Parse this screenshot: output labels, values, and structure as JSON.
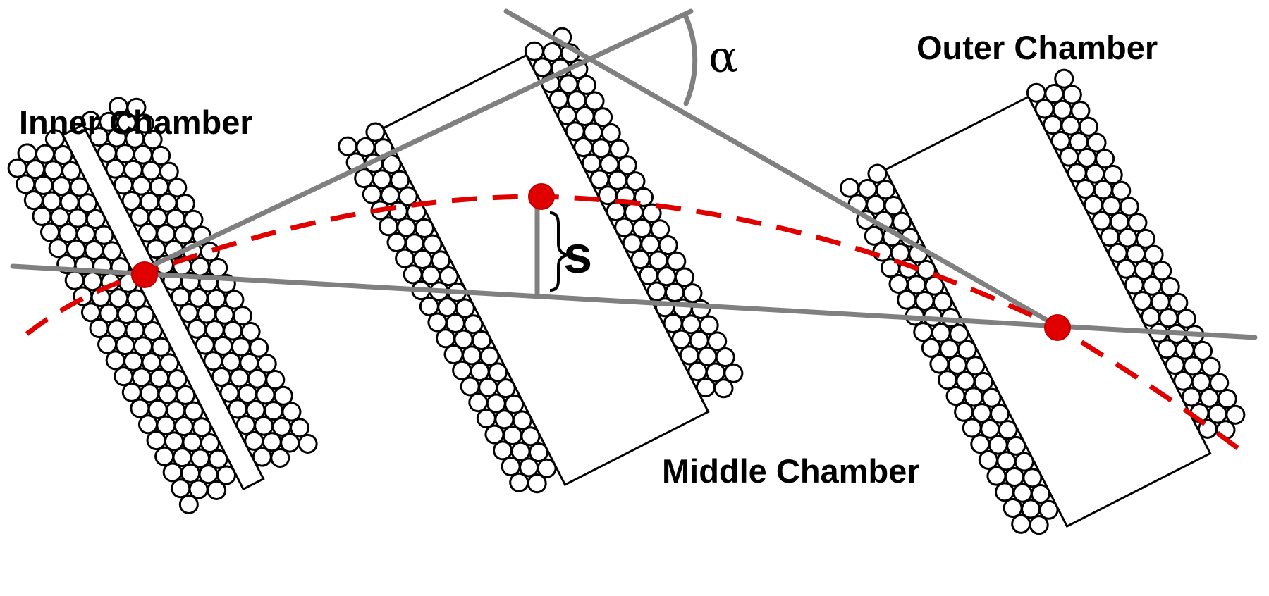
{
  "labels": {
    "inner_chamber": "Inner Chamber",
    "middle_chamber": "Middle Chamber",
    "outer_chamber": "Outer Chamber",
    "alpha": "α",
    "sagitta": "s"
  },
  "colors": {
    "tube_stroke": "#000000",
    "reference_line": "#808080",
    "track": "#e00000",
    "hit_marker": "#e00000",
    "background": "#ffffff"
  }
}
